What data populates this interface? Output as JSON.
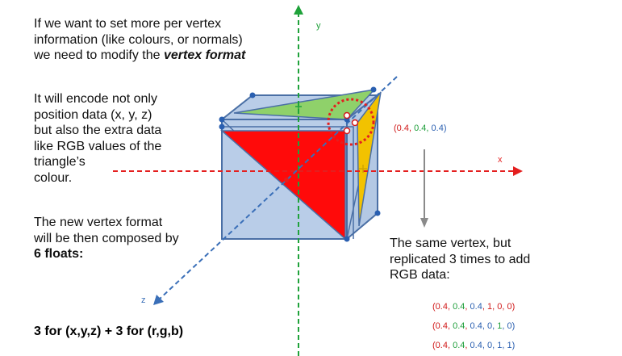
{
  "intro": {
    "line1": "If we want to set more per vertex",
    "line2": "information (like colours, or normals)",
    "line3_pre": "we need to modify the ",
    "line3_em": "vertex format"
  },
  "encode": {
    "line1": "It will encode not only",
    "line2": "position data (x, y, z)",
    "line3": "but also the extra data",
    "line4": "like RGB values of the",
    "line5": "triangle’s",
    "line6": "colour."
  },
  "format": {
    "line1": "The new vertex format",
    "line2": "will be then composed by",
    "line3": "6 floats:"
  },
  "bottom_formula": "3 for (x,y,z) + 3 for (r,g,b)",
  "axes": {
    "x": "x",
    "y": "y",
    "z": "z"
  },
  "vertex_coord": {
    "open": "(",
    "v1": "0.4",
    "sep1": ", ",
    "v2": "0.4",
    "sep2": ", ",
    "v3": "0.4",
    "close": ")"
  },
  "replicated": {
    "line1": "The same vertex, but",
    "line2": "replicated 3 times to add",
    "line3": "RGB data:"
  },
  "rgb_rows": [
    {
      "open": "(",
      "x": "0.4",
      "s1": ", ",
      "y": "0.4",
      "s2": ", ",
      "z": "0.4",
      "s3": ", ",
      "r": "1",
      "s4": ", ",
      "g": "0",
      "s5": ", ",
      "b": "0",
      "close": ")"
    },
    {
      "open": "(",
      "x": "0.4",
      "s1": ", ",
      "y": "0.4",
      "s2": ", ",
      "z": "0.4",
      "s3": ", ",
      "r": "0",
      "s4": ", ",
      "g": "1",
      "s5": ", ",
      "b": "0",
      "close": ")"
    },
    {
      "open": "(",
      "x": "0.4",
      "s1": ", ",
      "y": "0.4",
      "s2": ", ",
      "z": "0.4",
      "s3": ", ",
      "r": "0",
      "s4": ", ",
      "g": "1",
      "s5": ", ",
      "b": "1",
      "close": ")"
    }
  ],
  "colors": {
    "red": "#d11a1a",
    "green": "#1e9e3a",
    "blue": "#2a5fb0",
    "cube_fill": "#b9cde8",
    "cube_edge": "#4a6fa5",
    "triangle_red": "#ff0a0a",
    "triangle_green": "#8fd16a",
    "triangle_yellow": "#f2c200",
    "axis_x": "#e41f1f",
    "axis_y": "#1fa23a",
    "axis_z": "#3a6fb8"
  }
}
